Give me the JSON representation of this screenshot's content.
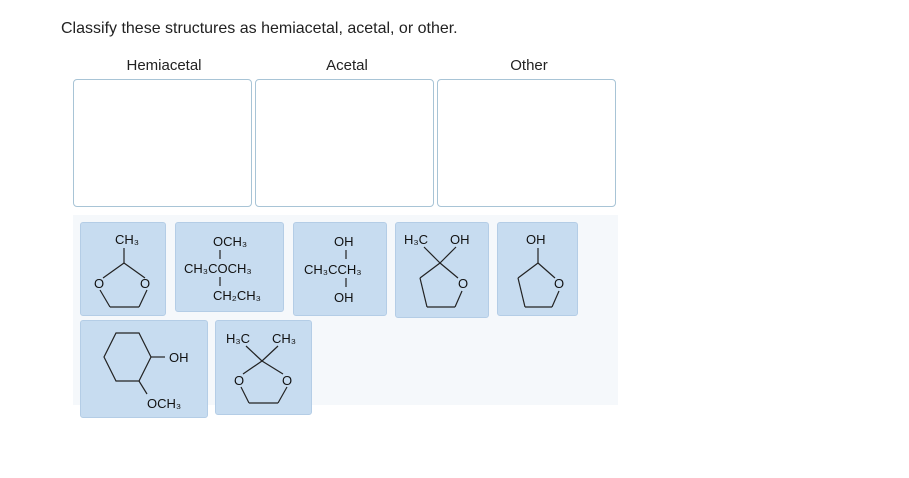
{
  "question": "Classify these structures as hemiacetal, acetal, or other.",
  "bins": [
    {
      "label": "Hemiacetal"
    },
    {
      "label": "Acetal"
    },
    {
      "label": "Other"
    }
  ],
  "cards": {
    "c1": {
      "ch3": "CH₃",
      "o1": "O",
      "o2": "O"
    },
    "c2": {
      "top": "OCH₃",
      "mid": "CH₃COCH₃",
      "bot": "CH₂CH₃"
    },
    "c3": {
      "top": "OH",
      "mid": "CH₃CCH₃",
      "bot": "OH"
    },
    "c4": {
      "h3c": "H₃C",
      "oh": "OH",
      "o": "O"
    },
    "c5": {
      "oh": "OH",
      "o": "O"
    },
    "c6": {
      "oh": "OH",
      "och3": "OCH₃"
    },
    "c7": {
      "h3c": "H₃C",
      "ch3": "CH₃",
      "o1": "O",
      "o2": "O"
    }
  }
}
